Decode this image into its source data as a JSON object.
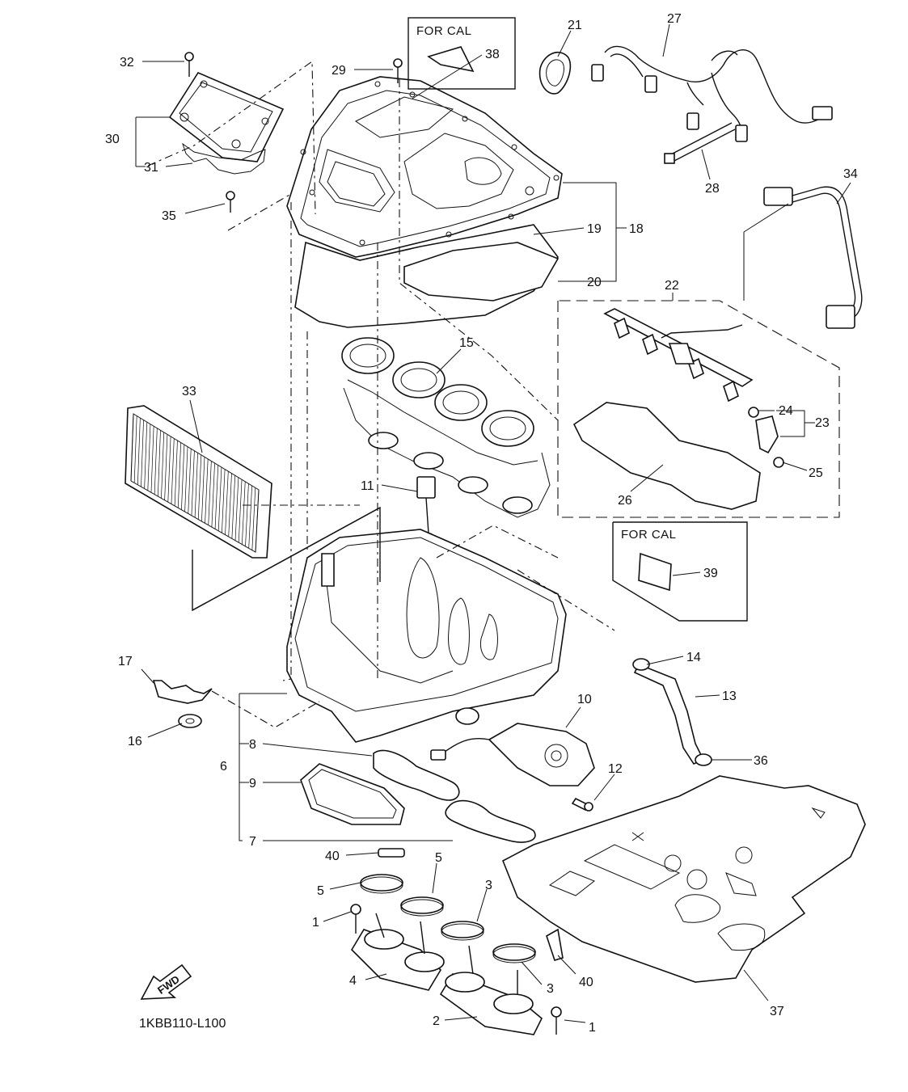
{
  "diagram_code": "1KBB110-L100",
  "fwd_label": "FWD",
  "cal_boxes": [
    {
      "text": "FOR CAL",
      "ref": "38"
    },
    {
      "text": "FOR CAL",
      "ref": "39"
    }
  ],
  "callouts": [
    {
      "label": "1"
    },
    {
      "label": "1"
    },
    {
      "label": "2"
    },
    {
      "label": "3"
    },
    {
      "label": "3"
    },
    {
      "label": "4"
    },
    {
      "label": "5"
    },
    {
      "label": "5"
    },
    {
      "label": "6"
    },
    {
      "label": "7"
    },
    {
      "label": "8"
    },
    {
      "label": "9"
    },
    {
      "label": "10"
    },
    {
      "label": "11"
    },
    {
      "label": "12"
    },
    {
      "label": "13"
    },
    {
      "label": "14"
    },
    {
      "label": "15"
    },
    {
      "label": "16"
    },
    {
      "label": "17"
    },
    {
      "label": "18"
    },
    {
      "label": "19"
    },
    {
      "label": "20"
    },
    {
      "label": "21"
    },
    {
      "label": "22"
    },
    {
      "label": "23"
    },
    {
      "label": "24"
    },
    {
      "label": "25"
    },
    {
      "label": "26"
    },
    {
      "label": "27"
    },
    {
      "label": "28"
    },
    {
      "label": "29"
    },
    {
      "label": "30"
    },
    {
      "label": "31"
    },
    {
      "label": "32"
    },
    {
      "label": "33"
    },
    {
      "label": "34"
    },
    {
      "label": "35"
    },
    {
      "label": "36"
    },
    {
      "label": "37"
    },
    {
      "label": "38"
    },
    {
      "label": "39"
    },
    {
      "label": "40"
    },
    {
      "label": "40"
    }
  ]
}
